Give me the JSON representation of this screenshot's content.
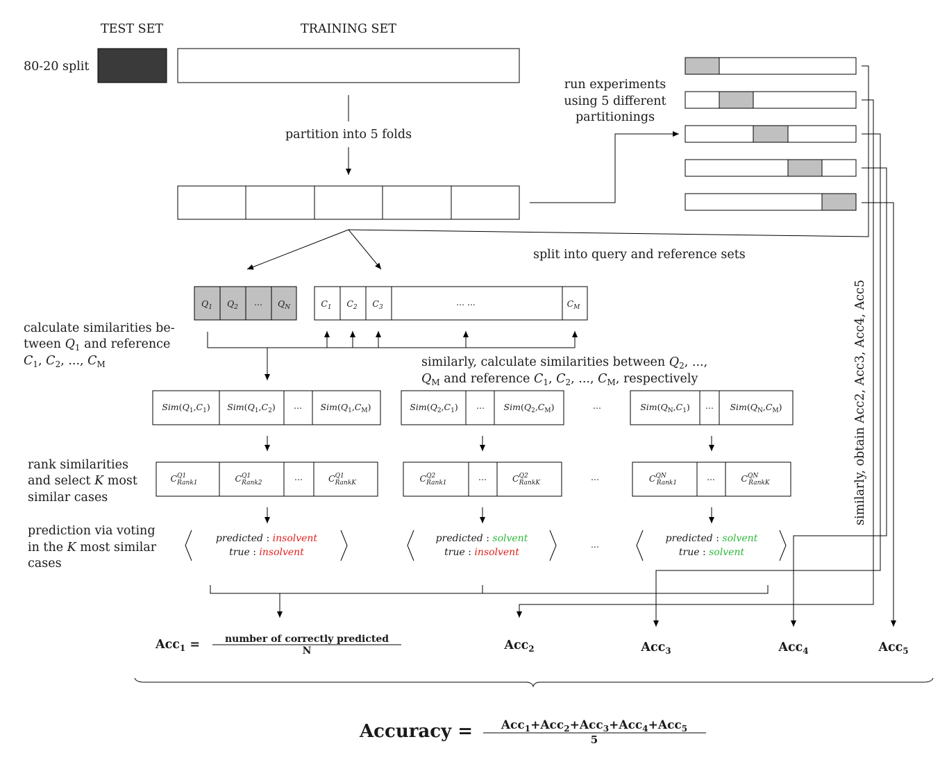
{
  "headers": {
    "test_set": "TEST SET",
    "training_set": "TRAINING SET",
    "split_label": "80-20 split"
  },
  "steps": {
    "partition": "partition into 5 folds",
    "run_line1": "run experiments",
    "run_line2": "using 5 different",
    "run_line3": "partitionings",
    "split_query": "split into query and reference sets",
    "calc_line1": "calculate similarities be-",
    "calc_line2_pre": "tween ",
    "calc_line2_post": " and reference",
    "calc_line3": ", ..., ",
    "similarly_line1": "similarly, calculate similarities between ",
    "similarly_line1_tail": ", ...,",
    "similarly_line2_mid": " and reference ",
    "similarly_line2_tail": ", respectively",
    "rank_line1": "rank similarities",
    "rank_line2_pre": "and select ",
    "rank_line2_post": " most",
    "rank_line3": "similar cases",
    "vote_line1": "prediction via voting",
    "vote_line2_pre": "in the ",
    "vote_line2_post": " most similar",
    "vote_line3": "cases",
    "vertical": "similarly, obtain Acc2, Acc3, Acc4, Acc5"
  },
  "symbols": {
    "K": "K",
    "Q": "Q",
    "C": "C",
    "N": "N",
    "M": "M",
    "dots": "...",
    "dots_wide": "... ...",
    "comma": ", "
  },
  "query_cells": [
    "Q1",
    "Q2",
    "...",
    "QN"
  ],
  "ref_cells": [
    "C1",
    "C2",
    "C3",
    "... ...",
    "CM"
  ],
  "sim_groups": [
    [
      "Sim(Q1,C1)",
      "Sim(Q1,C2)",
      "...",
      "Sim(Q1,CM)"
    ],
    [
      "Sim(Q2,C1)",
      "...",
      "Sim(Q2,CM)"
    ],
    [
      "Sim(QN,C1)",
      "...",
      "Sim(QN,CM)"
    ]
  ],
  "rank_groups": [
    [
      "C Q1 Rank1",
      "C Q1 Rank2",
      "...",
      "C Q1 RankK"
    ],
    [
      "C Q2 Rank1",
      "...",
      "C Q2 RankK"
    ],
    [
      "C QN Rank1",
      "...",
      "C QN RankK"
    ]
  ],
  "predictions": [
    {
      "predicted": "insolvent",
      "true": "insolvent"
    },
    {
      "predicted": "solvent",
      "true": "insolvent"
    },
    {
      "predicted": "solvent",
      "true": "solvent"
    }
  ],
  "pred_labels": {
    "predicted": "predicted",
    "true": "true",
    "colon": " : "
  },
  "accuracies": {
    "acc1_label": "Acc",
    "acc1_sub": "1",
    "acc1_eq": " = ",
    "acc1_num": "number of correctly predicted",
    "acc1_den": "N",
    "others": [
      {
        "label": "Acc",
        "sub": "2"
      },
      {
        "label": "Acc",
        "sub": "3"
      },
      {
        "label": "Acc",
        "sub": "4"
      },
      {
        "label": "Acc",
        "sub": "5"
      }
    ]
  },
  "final": {
    "label": "Accuracy",
    "eq": " = ",
    "numerator_terms": [
      "1",
      "2",
      "3",
      "4",
      "5"
    ],
    "acc": "Acc",
    "plus": "+",
    "denominator": "5"
  },
  "colors": {
    "test_set_fill": "#3a3a3a",
    "query_fill": "#c0c0c0",
    "fold_highlight": "#c0c0c0",
    "insolvent": "#e0201e",
    "solvent": "#2db83a"
  }
}
